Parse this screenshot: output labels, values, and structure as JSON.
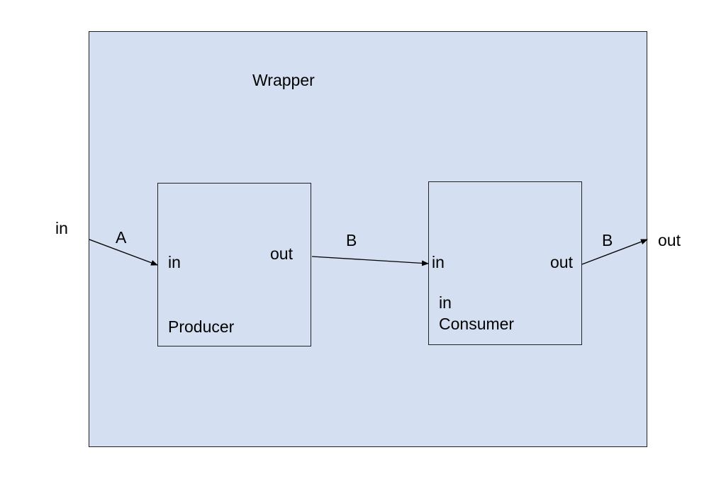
{
  "wrapper": {
    "title": "Wrapper",
    "fill": "#d4e0f1"
  },
  "external": {
    "in_label": "in",
    "out_label": "out"
  },
  "producer": {
    "name": "Producer",
    "in_port": "in",
    "out_port": "out"
  },
  "consumer": {
    "name": "Consumer",
    "in_port": "in",
    "inner_in_text": "in",
    "out_port": "out"
  },
  "edges": [
    {
      "from": "external-in",
      "to": "producer-in",
      "label": "A"
    },
    {
      "from": "producer-out",
      "to": "consumer-in",
      "label": "B"
    },
    {
      "from": "consumer-out",
      "to": "external-out",
      "label": "B"
    }
  ]
}
